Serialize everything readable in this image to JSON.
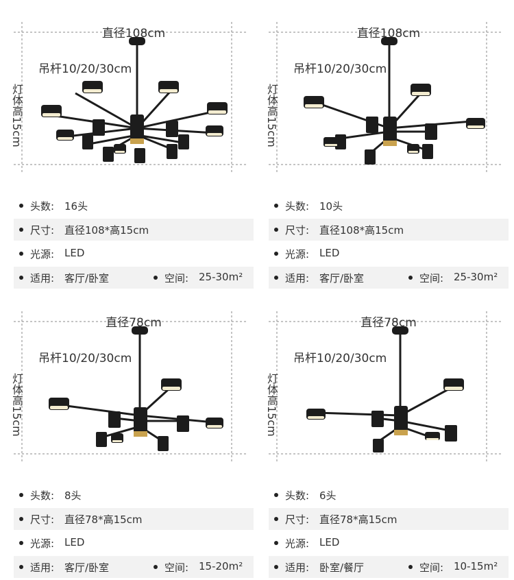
{
  "panels": [
    {
      "diameter_label": "直径108cm",
      "rod_label": "吊杆10/20/30cm",
      "height_label": "灯体高15cm",
      "heads": {
        "label": "头数:",
        "value": "16头"
      },
      "size": {
        "label": "尺寸:",
        "value": "直径108*高15cm"
      },
      "light": {
        "label": "光源:",
        "value": "LED"
      },
      "use": {
        "label": "适用:",
        "value": "客厅/卧室"
      },
      "space": {
        "label": "空间:",
        "value": "25-30m²"
      }
    },
    {
      "diameter_label": "直径108cm",
      "rod_label": "吊杆10/20/30cm",
      "height_label": "灯体高15cm",
      "heads": {
        "label": "头数:",
        "value": "10头"
      },
      "size": {
        "label": "尺寸:",
        "value": "直径108*高15cm"
      },
      "light": {
        "label": "光源:",
        "value": "LED"
      },
      "use": {
        "label": "适用:",
        "value": "客厅/卧室"
      },
      "space": {
        "label": "空间:",
        "value": "25-30m²"
      }
    },
    {
      "diameter_label": "直径78cm",
      "rod_label": "吊杆10/20/30cm",
      "height_label": "灯体高15cm",
      "heads": {
        "label": "头数:",
        "value": "8头"
      },
      "size": {
        "label": "尺寸:",
        "value": "直径78*高15cm"
      },
      "light": {
        "label": "光源:",
        "value": "LED"
      },
      "use": {
        "label": "适用:",
        "value": "客厅/卧室"
      },
      "space": {
        "label": "空间:",
        "value": "15-20m²"
      }
    },
    {
      "diameter_label": "直径78cm",
      "rod_label": "吊杆10/20/30cm",
      "height_label": "灯体高15cm",
      "heads": {
        "label": "头数:",
        "value": "6头"
      },
      "size": {
        "label": "尺寸:",
        "value": "直径78*高15cm"
      },
      "light": {
        "label": "光源:",
        "value": "LED"
      },
      "use": {
        "label": "适用:",
        "value": "卧室/餐厅"
      },
      "space": {
        "label": "空间:",
        "value": "10-15m²"
      }
    }
  ],
  "colors": {
    "fixture": "#1c1c1c",
    "gold": "#c9a24e",
    "led": "#f3ecd0",
    "dashed": "#888888",
    "row_bg": "#f2f2f2"
  }
}
